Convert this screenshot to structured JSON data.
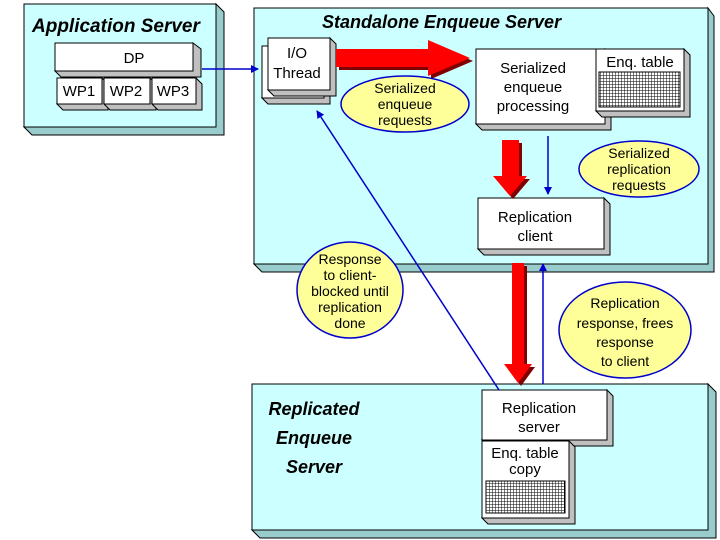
{
  "colors": {
    "panel": "#ccffff",
    "panel_shadow": "#99cccc",
    "box_shadow": "#c0c0c0",
    "bubble": "#ffff99",
    "big_arrow": "#ff0000",
    "connector": "#0000cc"
  },
  "application_server": {
    "title": "Application Server",
    "dp": "DP",
    "wp1": "WP1",
    "wp2": "WP2",
    "wp3": "WP3"
  },
  "standalone_server": {
    "title": "Standalone Enqueue Server",
    "io_thread": [
      "I/O",
      "Thread"
    ],
    "processing": [
      "Serialized",
      "enqueue",
      "processing"
    ],
    "enq_table": "Enq. table",
    "replication_client": [
      "Replication",
      "client"
    ]
  },
  "replicated_server": {
    "title": [
      "Replicated",
      "Enqueue",
      "Server"
    ],
    "replication_server": [
      "Replication",
      "server"
    ],
    "enq_table_copy": [
      "Enq. table",
      "copy"
    ]
  },
  "bubbles": {
    "serialized_enqueue_requests": [
      "Serialized",
      "enqueue",
      "requests"
    ],
    "serialized_replication_requests": [
      "Serialized",
      "replication",
      "requests"
    ],
    "response_blocked": [
      "Response",
      "to client-",
      "blocked until",
      "replication",
      "done"
    ],
    "replication_response": [
      "Replication",
      "response, frees",
      "response",
      "to client"
    ]
  }
}
